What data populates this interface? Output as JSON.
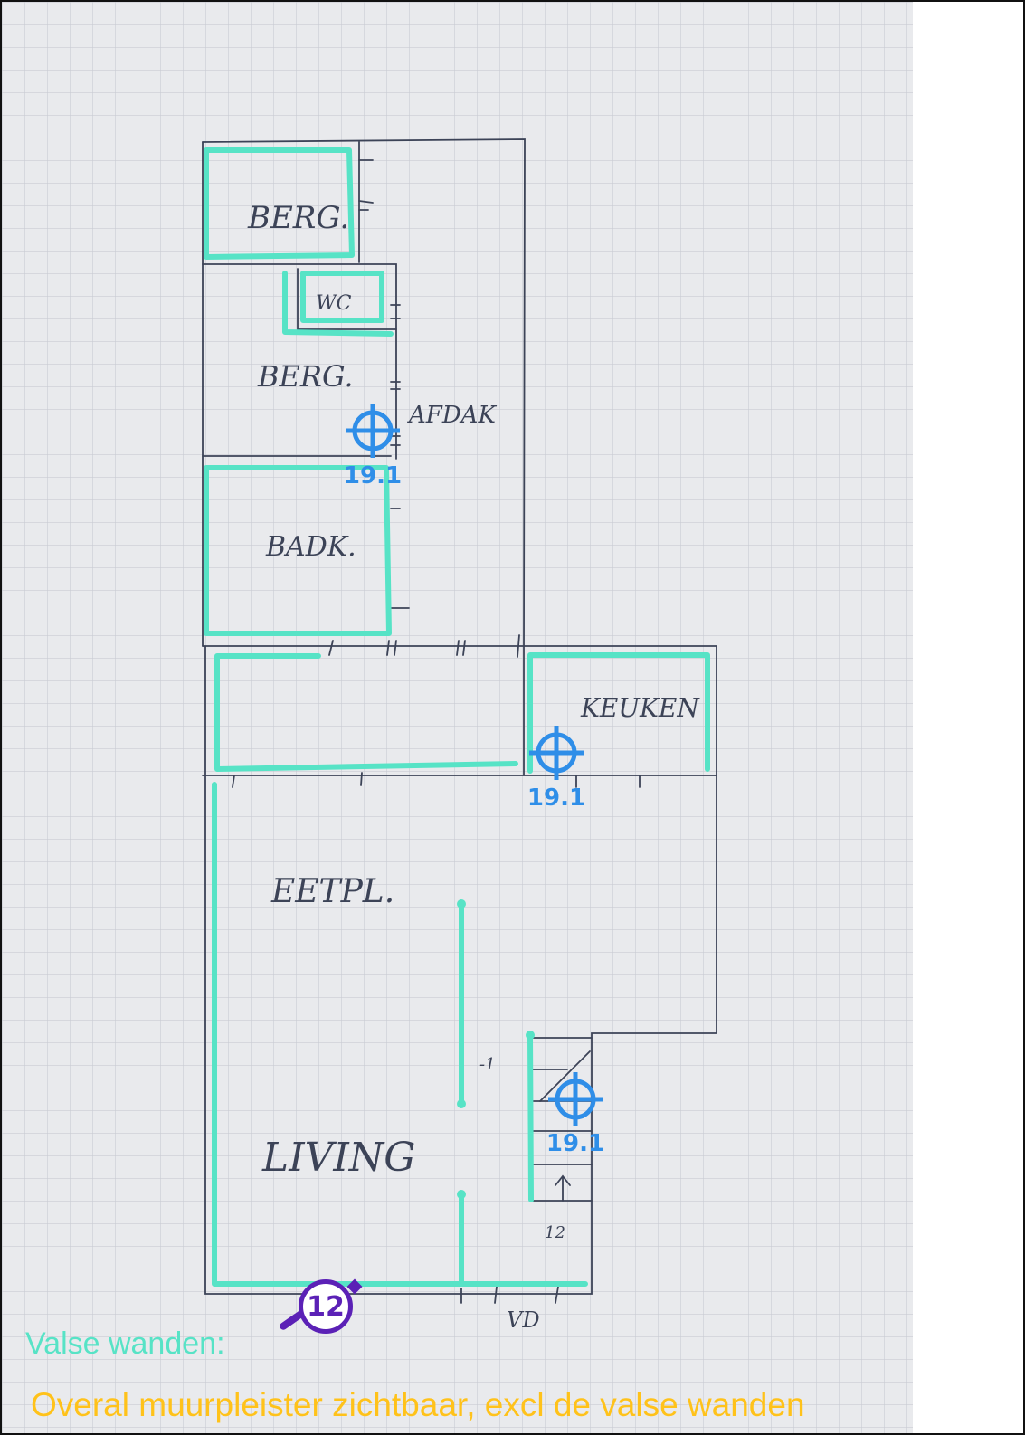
{
  "rooms": {
    "berg_top": "BERG.",
    "wc": "WC",
    "berg_mid": "BERG.",
    "afdak": "AFDAK",
    "badk": "BADK.",
    "keuken": "KEUKEN",
    "eetpl": "EETPL.",
    "living": "LIVING"
  },
  "annotations": {
    "stairs_step": "-1",
    "stairs_count": "12",
    "vd": "VD"
  },
  "measurements": [
    {
      "value": "19.1"
    },
    {
      "value": "19.1"
    },
    {
      "value": "19.1"
    }
  ],
  "badge": {
    "count": "12"
  },
  "notes": {
    "false_walls": "Valse wanden:",
    "plaster": "Overal muurpleister zichtbaar, excl de valse wanden"
  },
  "colors": {
    "false_wall": "#57e3c6",
    "measure": "#2f8ee8",
    "badge": "#5b21b6",
    "plaster_note": "#ffc21a",
    "pencil": "#3c4357",
    "grid": "#c9ccd3",
    "paper": "#e9eaed"
  },
  "icons": {
    "measure": "crosshair-icon",
    "badge": "comment-badge-icon"
  }
}
